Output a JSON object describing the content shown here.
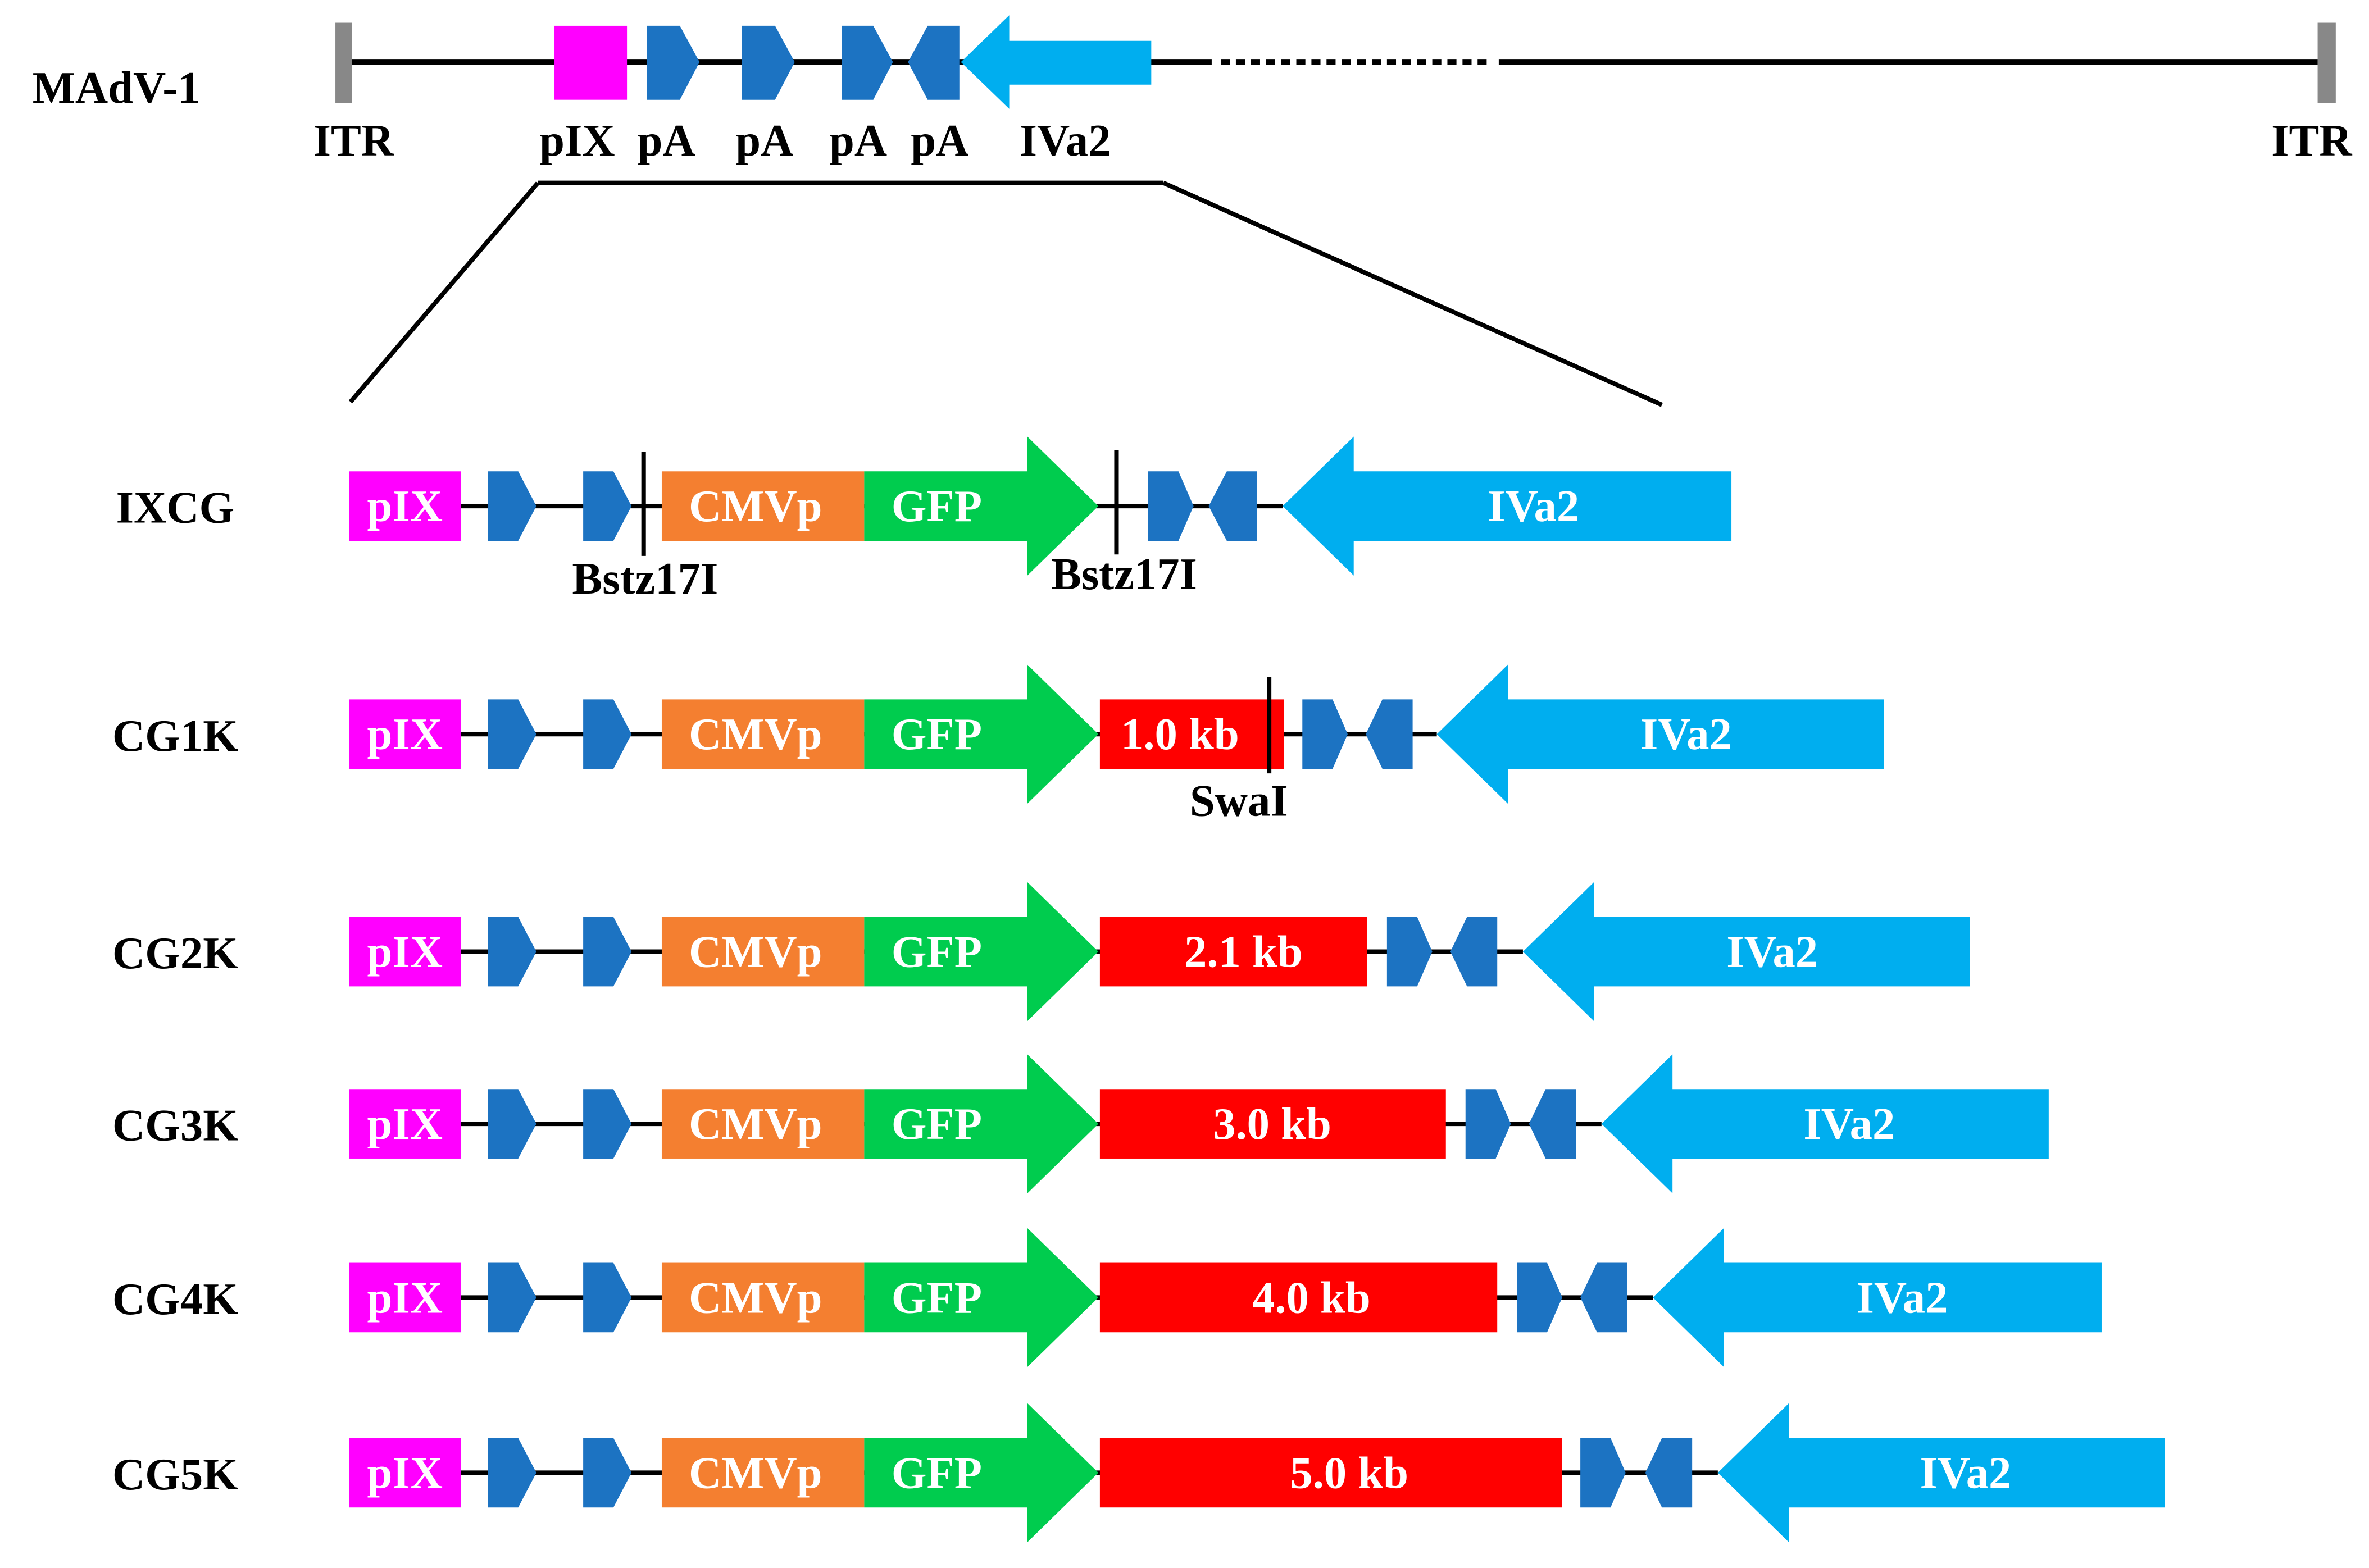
{
  "genome": {
    "name": "MAdV-1",
    "itr_left": "ITR",
    "itr_right": "ITR",
    "pix": "pIX",
    "pa": [
      "pA",
      "pA",
      "pA",
      "pA"
    ],
    "iva2": "IVa2"
  },
  "constructs": [
    {
      "name": "IXCG",
      "pix": "pIX",
      "promoter": "CMVp",
      "reporter": "GFP",
      "sites": [
        "Bstz17I",
        "Bstz17I"
      ],
      "iva2": "IVa2"
    },
    {
      "name": "CG1K",
      "pix": "pIX",
      "promoter": "CMVp",
      "reporter": "GFP",
      "insert": "1.0 kb",
      "site": "SwaI",
      "iva2": "IVa2"
    },
    {
      "name": "CG2K",
      "pix": "pIX",
      "promoter": "CMVp",
      "reporter": "GFP",
      "insert": "2.1 kb",
      "iva2": "IVa2"
    },
    {
      "name": "CG3K",
      "pix": "pIX",
      "promoter": "CMVp",
      "reporter": "GFP",
      "insert": "3.0 kb",
      "iva2": "IVa2"
    },
    {
      "name": "CG4K",
      "pix": "pIX",
      "promoter": "CMVp",
      "reporter": "GFP",
      "insert": "4.0 kb",
      "iva2": "IVa2"
    },
    {
      "name": "CG5K",
      "pix": "pIX",
      "promoter": "CMVp",
      "reporter": "GFP",
      "insert": "5.0 kb",
      "iva2": "IVa2"
    }
  ],
  "colors": {
    "itr": "#888888",
    "pix": "#FF00FF",
    "pa": "#1C73C2",
    "cmvp": "#F47F30",
    "gfp": "#00CC4E",
    "insert": "#FF0000",
    "iva2": "#00AEEF"
  }
}
